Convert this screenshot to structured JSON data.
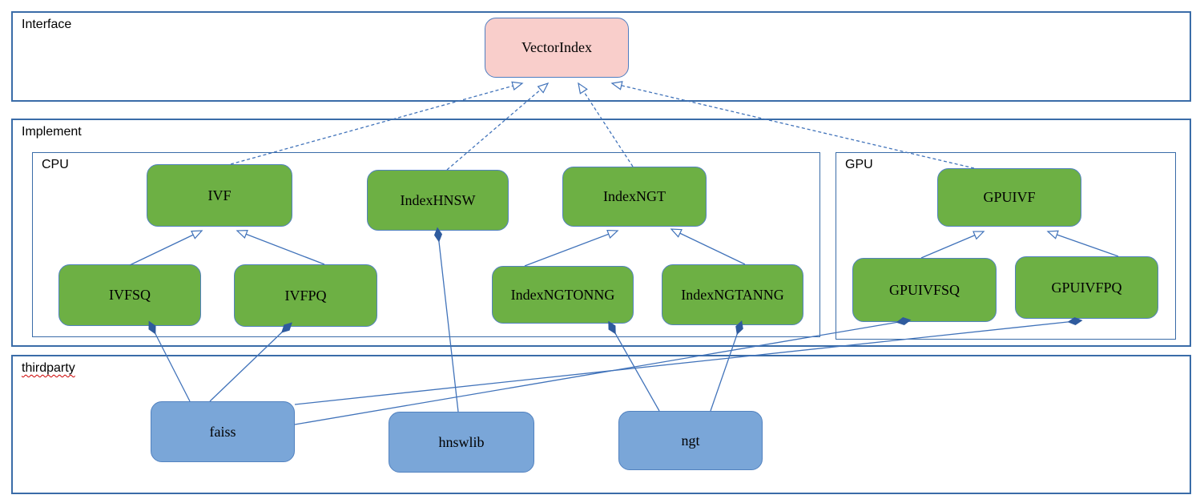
{
  "diagram": {
    "containers": {
      "interface": {
        "label": "Interface"
      },
      "implement": {
        "label": "Implement"
      },
      "cpu": {
        "label": "CPU"
      },
      "gpu": {
        "label": "GPU"
      },
      "thirdparty": {
        "label": "thirdparty"
      }
    },
    "nodes": {
      "vectorindex": {
        "label": "VectorIndex",
        "group": "interface"
      },
      "ivf": {
        "label": "IVF",
        "group": "cpu"
      },
      "indexhnsw": {
        "label": "IndexHNSW",
        "group": "cpu"
      },
      "indexngt": {
        "label": "IndexNGT",
        "group": "cpu"
      },
      "ivfsq": {
        "label": "IVFSQ",
        "group": "cpu"
      },
      "ivfpq": {
        "label": "IVFPQ",
        "group": "cpu"
      },
      "indexngtonng": {
        "label": "IndexNGTONNG",
        "group": "cpu"
      },
      "indexngtanng": {
        "label": "IndexNGTANNG",
        "group": "cpu"
      },
      "gpuivf": {
        "label": "GPUIVF",
        "group": "gpu"
      },
      "gpuivfsq": {
        "label": "GPUIVFSQ",
        "group": "gpu"
      },
      "gpuivfpq": {
        "label": "GPUIVFPQ",
        "group": "gpu"
      },
      "faiss": {
        "label": "faiss",
        "group": "thirdparty"
      },
      "hnswlib": {
        "label": "hnswlib",
        "group": "thirdparty"
      },
      "ngt": {
        "label": "ngt",
        "group": "thirdparty"
      }
    },
    "edges": [
      {
        "from": "IVF",
        "to": "VectorIndex",
        "type": "realization-dashed"
      },
      {
        "from": "IndexHNSW",
        "to": "VectorIndex",
        "type": "realization-dashed"
      },
      {
        "from": "IndexNGT",
        "to": "VectorIndex",
        "type": "realization-dashed"
      },
      {
        "from": "GPUIVF",
        "to": "VectorIndex",
        "type": "realization-dashed"
      },
      {
        "from": "IVFSQ",
        "to": "IVF",
        "type": "generalization"
      },
      {
        "from": "IVFPQ",
        "to": "IVF",
        "type": "generalization"
      },
      {
        "from": "IndexNGTONNG",
        "to": "IndexNGT",
        "type": "generalization"
      },
      {
        "from": "IndexNGTANNG",
        "to": "IndexNGT",
        "type": "generalization"
      },
      {
        "from": "GPUIVFSQ",
        "to": "GPUIVF",
        "type": "generalization"
      },
      {
        "from": "GPUIVFPQ",
        "to": "GPUIVF",
        "type": "generalization"
      },
      {
        "from": "faiss",
        "to": "IVFSQ",
        "type": "composition"
      },
      {
        "from": "faiss",
        "to": "IVFPQ",
        "type": "composition"
      },
      {
        "from": "faiss",
        "to": "GPUIVFSQ",
        "type": "composition"
      },
      {
        "from": "faiss",
        "to": "GPUIVFPQ",
        "type": "composition"
      },
      {
        "from": "hnswlib",
        "to": "IndexHNSW",
        "type": "composition"
      },
      {
        "from": "ngt",
        "to": "IndexNGTONNG",
        "type": "composition"
      },
      {
        "from": "ngt",
        "to": "IndexNGTANNG",
        "type": "composition"
      }
    ],
    "colors": {
      "node_green": "#6db044",
      "node_blue": "#7aa6d8",
      "node_pink": "#f9cecb",
      "node_border": "#5282c0",
      "container_border": "#3a6ca8",
      "edge_line": "#4173ba",
      "composition_diamond": "#2f5b9e",
      "spellcheck_squiggle": "#cc0000"
    }
  }
}
